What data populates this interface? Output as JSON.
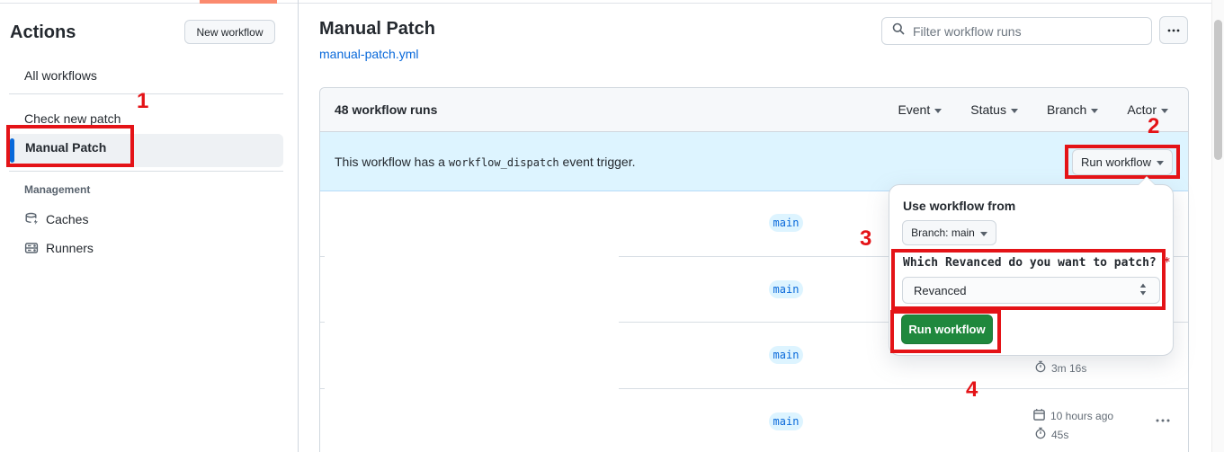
{
  "sidebar": {
    "title": "Actions",
    "new_workflow_button": "New workflow",
    "items": [
      {
        "label": "All workflows"
      },
      {
        "label": "Check new patch"
      },
      {
        "label": "Manual Patch",
        "selected": true
      }
    ],
    "management": {
      "header": "Management",
      "items": [
        {
          "label": "Caches",
          "icon": "cache-icon"
        },
        {
          "label": "Runners",
          "icon": "runners-icon"
        }
      ]
    }
  },
  "header": {
    "title": "Manual Patch",
    "file_link": "manual-patch.yml",
    "filter_placeholder": "Filter workflow runs",
    "more_icon": "kebab-icon"
  },
  "runs_panel": {
    "count_label": "48 workflow runs",
    "filters": [
      {
        "label": "Event"
      },
      {
        "label": "Status"
      },
      {
        "label": "Branch"
      },
      {
        "label": "Actor"
      }
    ],
    "banner": {
      "text_before": "This workflow has a",
      "code": "workflow_dispatch",
      "text_after": "event trigger.",
      "run_workflow_label": "Run workflow"
    },
    "rows": [
      {
        "branch": "main"
      },
      {
        "branch": "main"
      },
      {
        "branch": "main",
        "duration": "3m 16s"
      },
      {
        "branch": "main",
        "time": "10 hours ago",
        "duration": "45s"
      }
    ]
  },
  "dispatch_dropdown": {
    "use_workflow_from": "Use workflow from",
    "branch_button": "Branch: main",
    "input_label": "Which Revanced do you want to patch?",
    "required_marker": "*",
    "select_value": "Revanced",
    "run_button": "Run workflow"
  },
  "annotations": {
    "color": "#e41317",
    "steps": [
      "1",
      "2",
      "3",
      "4"
    ]
  },
  "colors": {
    "accent_blue": "#0969da",
    "banner_bg": "#ddf4ff",
    "green_button": "#1f883d",
    "top_accent": "#fb8a6e"
  }
}
